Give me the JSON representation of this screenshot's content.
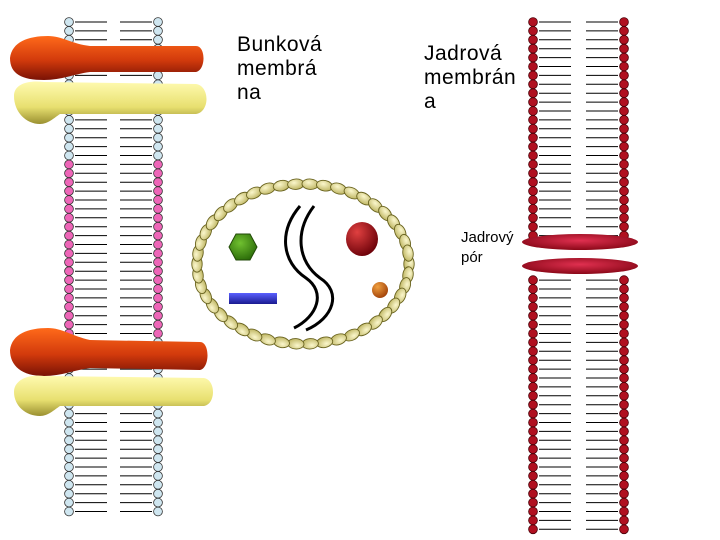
{
  "labels": {
    "cell_membrane": "Bunková\nmembrá\nna",
    "nuclear_membrane": "Jadrová\nmembrán\na",
    "nuclear_pore": "Jadrový\npór"
  },
  "colors": {
    "background": "#ffffff",
    "cell_membrane_head_blue": "#cfe6f0",
    "cell_membrane_head_pink": "#ee66b8",
    "nuclear_membrane_head": "#b01020",
    "protein_red": "#d03a10",
    "protein_yellow": "#e6e070",
    "vesicle_bead": "#d8d080",
    "pore_red": "#b01030",
    "dna_black": "#000000",
    "green_shape": "#3a8a10",
    "red_ball": "#8a0010",
    "blue_rect": "#2a30c8",
    "orange_ball": "#d06010"
  },
  "icons": [
    "membrane-protein-icon",
    "vesicle-icon",
    "dna-strand-icon",
    "organelle-icon"
  ]
}
